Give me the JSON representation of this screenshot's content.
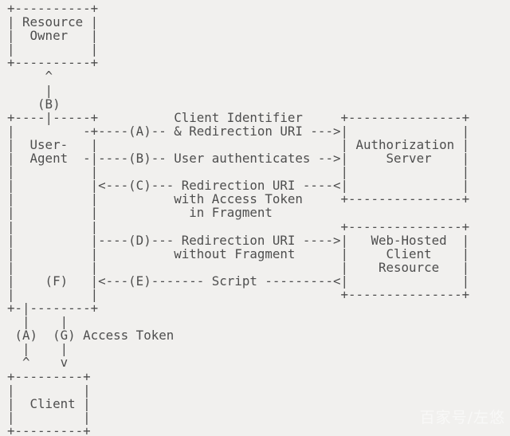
{
  "colors": {
    "background": "#f1f0ee",
    "diagram_text": "#4e4e4e",
    "watermark_text": "#ffffff"
  },
  "diagram": {
    "lines": [
      "+----------+",
      "| Resource |",
      "|  Owner   |",
      "|          |",
      "+----------+",
      "     ^",
      "     |",
      "    (B)",
      "+----|-----+          Client Identifier     +---------------+",
      "|         -+----(A)-- & Redirection URI --->|               |",
      "|  User-   |                                | Authorization |",
      "|  Agent  -|----(B)-- User authenticates -->|     Server    |",
      "|          |                                |               |",
      "|          |<---(C)--- Redirection URI ----<|               |",
      "|          |          with Access Token     +---------------+",
      "|          |            in Fragment",
      "|          |                                +---------------+",
      "|          |----(D)--- Redirection URI ---->|   Web-Hosted  |",
      "|          |          without Fragment      |     Client    |",
      "|          |                                |    Resource   |",
      "|    (F)   |<---(E)------- Script ---------<|               |",
      "|          |                                +---------------+",
      "+-|--------+",
      "  |    |",
      " (A)  (G) Access Token",
      "  |    |",
      "  ^    v",
      "+---------+",
      "|         |",
      "|  Client |",
      "|         |",
      "+---------+"
    ]
  },
  "watermark": {
    "text": "百家号/左悠"
  }
}
